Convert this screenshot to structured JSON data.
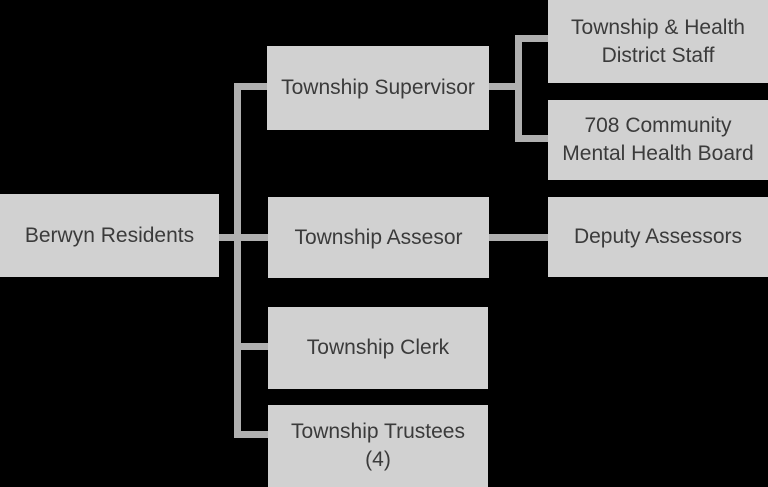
{
  "diagram": {
    "type": "org-chart",
    "background": "#000000",
    "colors": {
      "box_fill": "#d1d1d1",
      "connector_line": "#b0b0b0",
      "text": "#3b3b3b"
    },
    "nodes": {
      "berwyn": {
        "label": "Berwyn Residents"
      },
      "supervisor": {
        "label": "Township Supervisor"
      },
      "assessor": {
        "label": "Township Assesor"
      },
      "clerk": {
        "label": "Township Clerk"
      },
      "trustees": {
        "label": "Township Trustees\n(4)"
      },
      "staff": {
        "label": "Township & Health\nDistrict Staff"
      },
      "mhb": {
        "label": "708 Community\nMental Health Board"
      },
      "deputy": {
        "label": "Deputy Assessors"
      }
    },
    "edges": [
      {
        "from": "berwyn",
        "to": "supervisor"
      },
      {
        "from": "berwyn",
        "to": "assessor"
      },
      {
        "from": "berwyn",
        "to": "clerk"
      },
      {
        "from": "berwyn",
        "to": "trustees"
      },
      {
        "from": "supervisor",
        "to": "staff"
      },
      {
        "from": "supervisor",
        "to": "mhb"
      },
      {
        "from": "assessor",
        "to": "deputy"
      }
    ]
  }
}
